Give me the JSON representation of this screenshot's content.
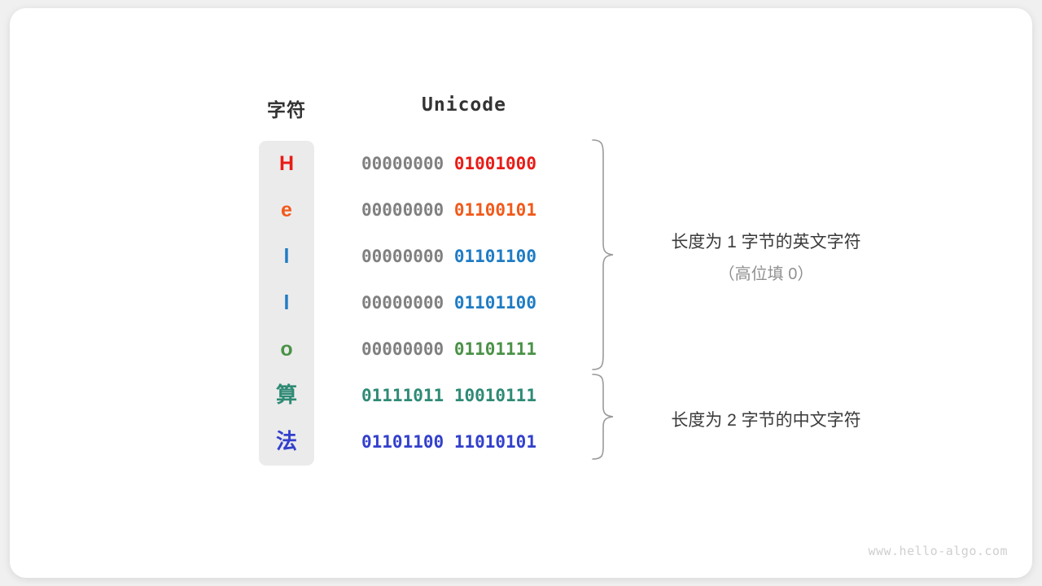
{
  "figure": {
    "watermark": "www.hello-algo.com",
    "headers": {
      "char": "字符",
      "encoding": "Unicode"
    },
    "rows": [
      {
        "char": "H",
        "color": "#e81c17",
        "high_byte": "00000000",
        "low_byte": "01001000",
        "high_gray": true
      },
      {
        "char": "e",
        "color": "#f15a1b",
        "high_byte": "00000000",
        "low_byte": "01100101",
        "high_gray": true
      },
      {
        "char": "l",
        "color": "#1f7cc4",
        "high_byte": "00000000",
        "low_byte": "01101100",
        "high_gray": true
      },
      {
        "char": "l",
        "color": "#1f7cc4",
        "high_byte": "00000000",
        "low_byte": "01101100",
        "high_gray": true
      },
      {
        "char": "o",
        "color": "#4a9247",
        "high_byte": "00000000",
        "low_byte": "01101111",
        "high_gray": true
      },
      {
        "char": "算",
        "color": "#2f8a75",
        "high_byte": "01111011",
        "low_byte": "10010111",
        "high_gray": false
      },
      {
        "char": "法",
        "color": "#3340cc",
        "high_byte": "01101100",
        "low_byte": "11010101",
        "high_gray": false
      }
    ],
    "annotations": [
      {
        "main": "长度为 1 字节的英文字符",
        "sub": "（高位填 0）"
      },
      {
        "main": "长度为 2 字节的中文字符",
        "sub": ""
      }
    ],
    "colors": {
      "pill_background": "#ebebeb",
      "high_byte_gray": "#808080",
      "brace_gray": "#9a9a9a",
      "header_text": "#333333",
      "card_background": "#ffffff",
      "page_background": "#f0f0f0"
    }
  }
}
